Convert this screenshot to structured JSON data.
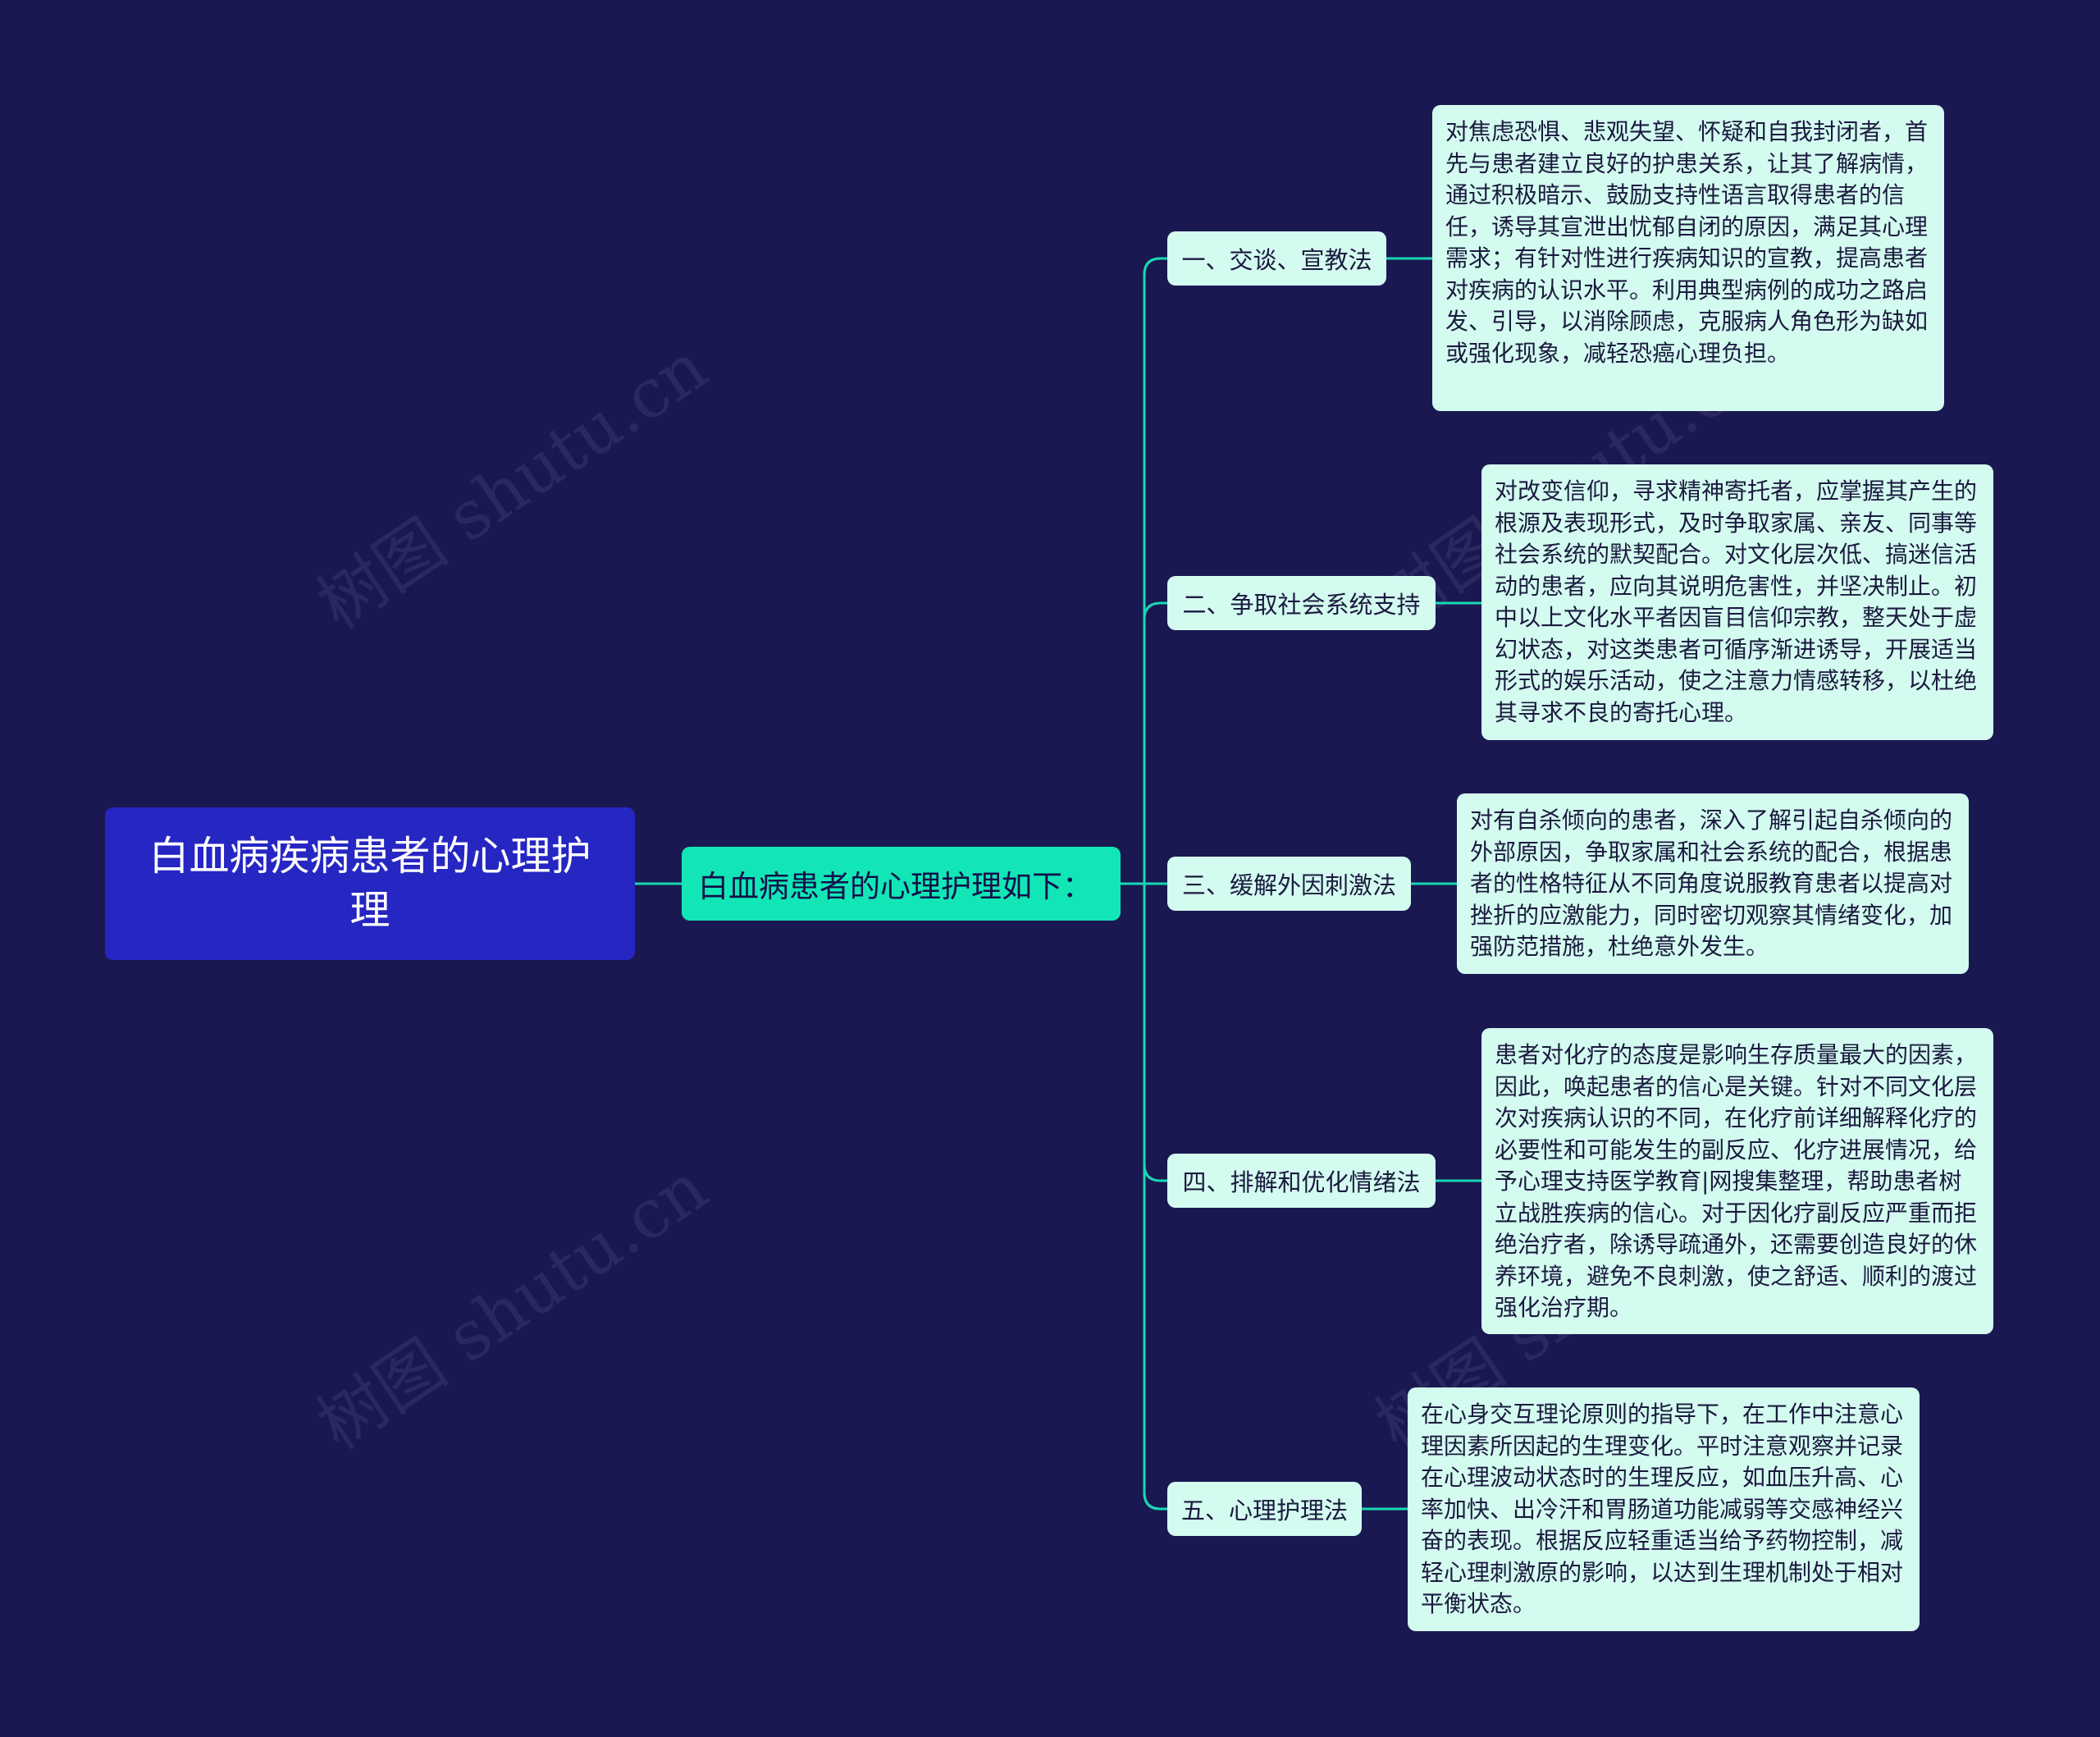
{
  "colors": {
    "background": "#1a1851",
    "root": "#2626c3",
    "mid": "#12e6b6",
    "branch": "#d4fbf0",
    "leaf": "#d4fbf0",
    "connector": "#18d8b4"
  },
  "root": {
    "text": "白血病疾病患者的心理护理"
  },
  "mid": {
    "text": "白血病患者的心理护理如下："
  },
  "branches": [
    {
      "label": "一、交谈、宣教法",
      "detail": "对焦虑恐惧、悲观失望、怀疑和自我封闭者，首先与患者建立良好的护患关系，让其了解病情，通过积极暗示、鼓励支持性语言取得患者的信任，诱导其宣泄出忧郁自闭的原因，满足其心理需求；有针对性进行疾病知识的宣教，提高患者对疾病的认识水平。利用典型病例的成功之路启发、引导，以消除顾虑，克服病人角色形为缺如或强化现象，减轻恐癌心理负担。"
    },
    {
      "label": "二、争取社会系统支持",
      "detail": "对改变信仰，寻求精神寄托者，应掌握其产生的根源及表现形式，及时争取家属、亲友、同事等社会系统的默契配合。对文化层次低、搞迷信活动的患者，应向其说明危害性，并坚决制止。初中以上文化水平者因盲目信仰宗教，整天处于虚幻状态，对这类患者可循序渐进诱导，开展适当形式的娱乐活动，使之注意力情感转移，以杜绝其寻求不良的寄托心理。"
    },
    {
      "label": "三、缓解外因刺激法",
      "detail": "对有自杀倾向的患者，深入了解引起自杀倾向的外部原因，争取家属和社会系统的配合，根据患者的性格特征从不同角度说服教育患者以提高对挫折的应激能力，同时密切观察其情绪变化，加强防范措施，杜绝意外发生。"
    },
    {
      "label": "四、排解和优化情绪法",
      "detail": "患者对化疗的态度是影响生存质量最大的因素，因此，唤起患者的信心是关键。针对不同文化层次对疾病认识的不同，在化疗前详细解释化疗的必要性和可能发生的副反应、化疗进展情况，给予心理支持医学教育|网搜集整理，帮助患者树立战胜疾病的信心。对于因化疗副反应严重而拒绝治疗者，除诱导疏通外，还需要创造良好的休养环境，避免不良刺激，使之舒适、顺利的渡过强化治疗期。"
    },
    {
      "label": "五、心理护理法",
      "detail": "在心身交互理论原则的指导下，在工作中注意心理因素所因起的生理变化。平时注意观察并记录在心理波动状态时的生理反应，如血压升高、心率加快、出冷汗和胃肠道功能减弱等交感神经兴奋的表现。根据反应轻重适当给予药物控制，减轻心理刺激原的影响，以达到生理机制处于相对平衡状态。"
    }
  ],
  "watermarks": [
    "树图 shutu.cn",
    "树图 shutu.cn",
    "树图 shutu.cn",
    "树图 shutu.cn"
  ]
}
